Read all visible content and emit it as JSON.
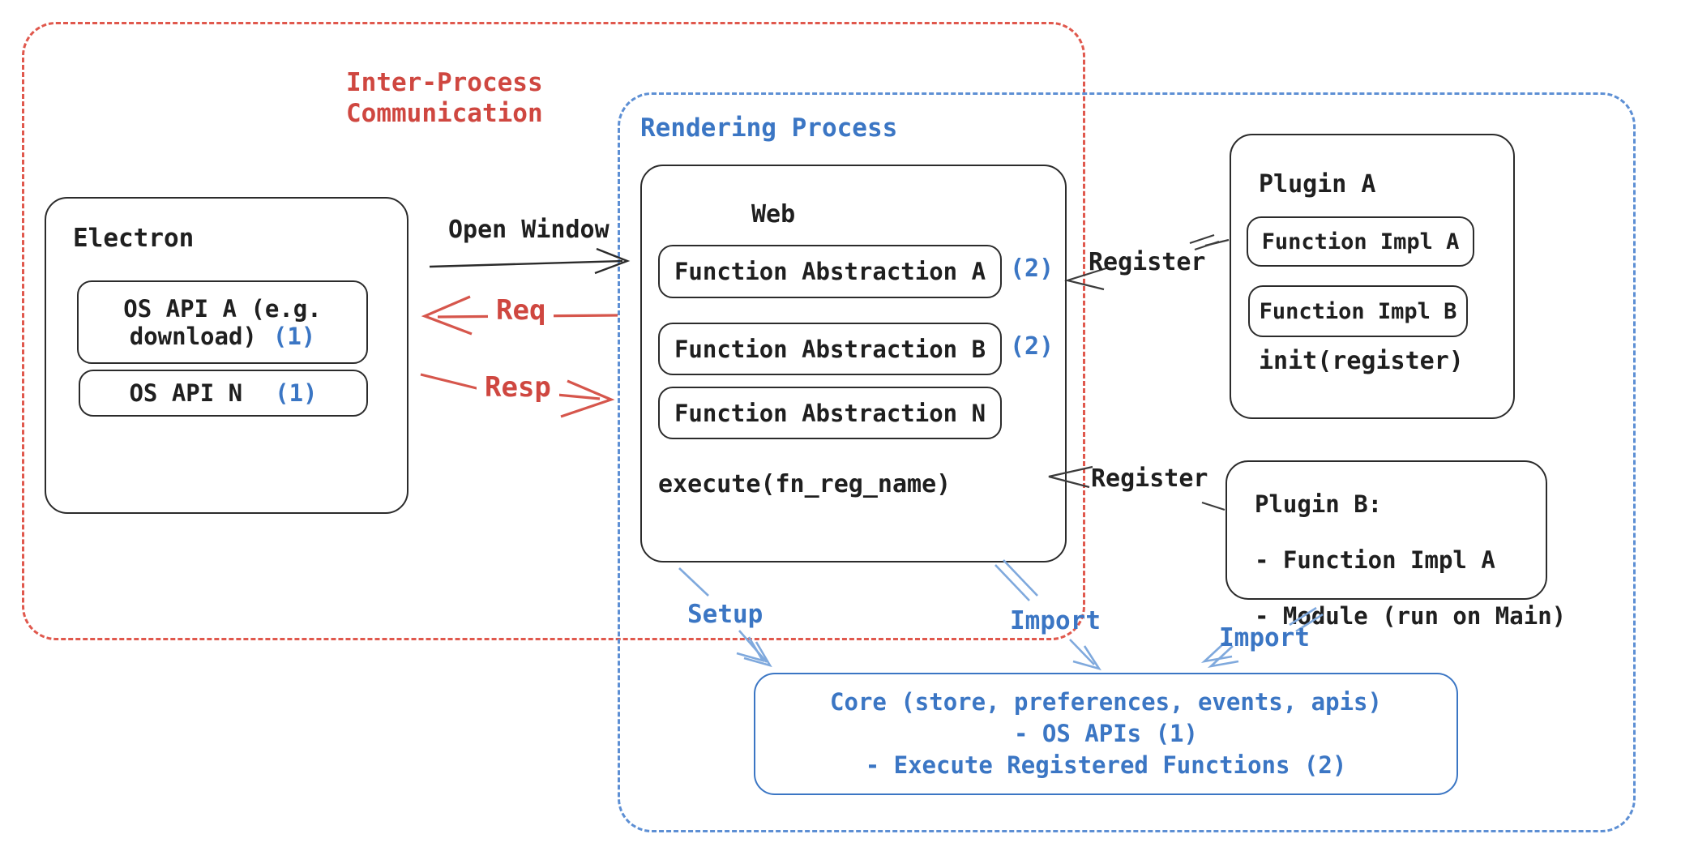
{
  "colors": {
    "accent_red": "#cf4740",
    "accent_blue": "#3b76c4",
    "arrow_blue": "#7fa9dd",
    "ink_black": "#1f1f1f"
  },
  "ipc": {
    "title": "Inter-Process\nCommunication"
  },
  "rendering": {
    "title": "Rendering Process"
  },
  "electron": {
    "title": "Electron",
    "os_api_a": {
      "line1": "OS API A (e.g.",
      "line2": "download)",
      "badge": "(1)"
    },
    "os_api_n": {
      "label": "OS API N",
      "badge": "(1)"
    }
  },
  "web": {
    "title": "Web",
    "abstractions": [
      {
        "label": "Function Abstraction A",
        "badge": "(2)"
      },
      {
        "label": "Function Abstraction B",
        "badge": "(2)"
      },
      {
        "label": "Function Abstraction N",
        "badge": ""
      }
    ],
    "execute": "execute(fn_reg_name)"
  },
  "plugin_a": {
    "title": "Plugin A",
    "impl_a": "Function Impl A",
    "impl_b": "Function Impl B",
    "init": "init(register)"
  },
  "plugin_b": {
    "lines": [
      "Plugin B:",
      "- Function Impl A",
      "- Module (run on Main)"
    ]
  },
  "core": {
    "lines": [
      "Core (store, preferences, events, apis)",
      "- OS APIs (1)",
      "- Execute Registered Functions (2)"
    ]
  },
  "arrows": {
    "open_window": "Open Window",
    "req": "Req",
    "resp": "Resp",
    "register_a": "Register",
    "register_b": "Register",
    "setup": "Setup",
    "import_web": "Import",
    "import_plugin_b": "Import"
  }
}
